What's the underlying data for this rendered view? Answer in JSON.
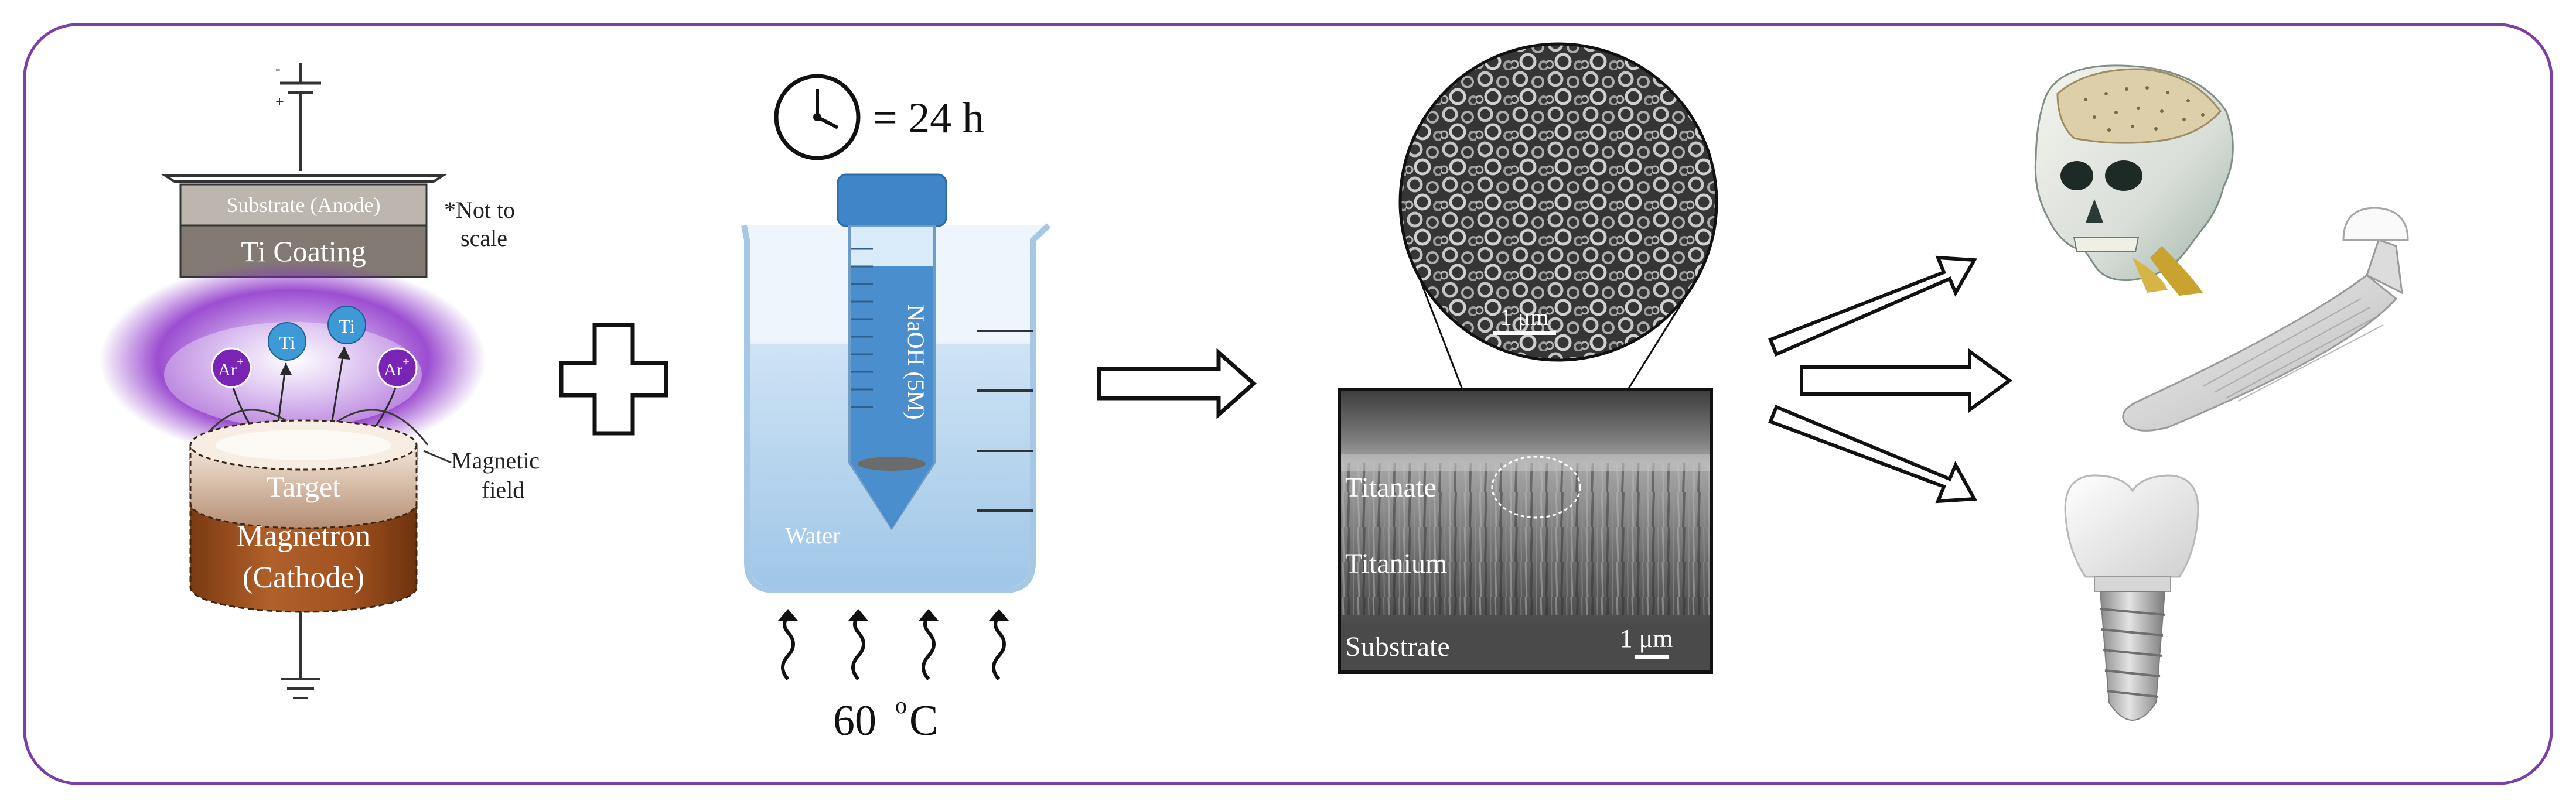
{
  "sputtering": {
    "substrate_label": "Substrate (Anode)",
    "coating_label": "Ti Coating",
    "note_line1": "*Not to",
    "note_line2": "scale",
    "ion_label": "Ar",
    "ion_charge": "+",
    "atom_label": "Ti",
    "target_label": "Target",
    "magnetron_line1": "Magnetron",
    "magnetron_line2": "(Cathode)",
    "field_line1": "Magnetic",
    "field_line2": "field",
    "plus_sign": "+",
    "minus_sign": "-"
  },
  "treatment": {
    "time_label": "= 24 h",
    "tube_label": "NaOH (5M)",
    "water_label": "Water",
    "temp_value": "60",
    "temp_degree": "o",
    "temp_unit": "C"
  },
  "sem": {
    "inset_scale": "1 μm",
    "layer_titanate": "Titanate",
    "layer_titanium": "Titanium",
    "layer_substrate": "Substrate",
    "cross_scale": "1 μm"
  },
  "colors": {
    "border": "#7b3fa8",
    "plasma": "#8a2ec8",
    "ion_blue": "#3d9ad6",
    "water_blue": "#bcd8ef",
    "cap_blue": "#3f86c9",
    "magnetron_brown": "#a1521f",
    "coating_gray": "#827a72",
    "substrate_gray": "#bdb6ae"
  }
}
